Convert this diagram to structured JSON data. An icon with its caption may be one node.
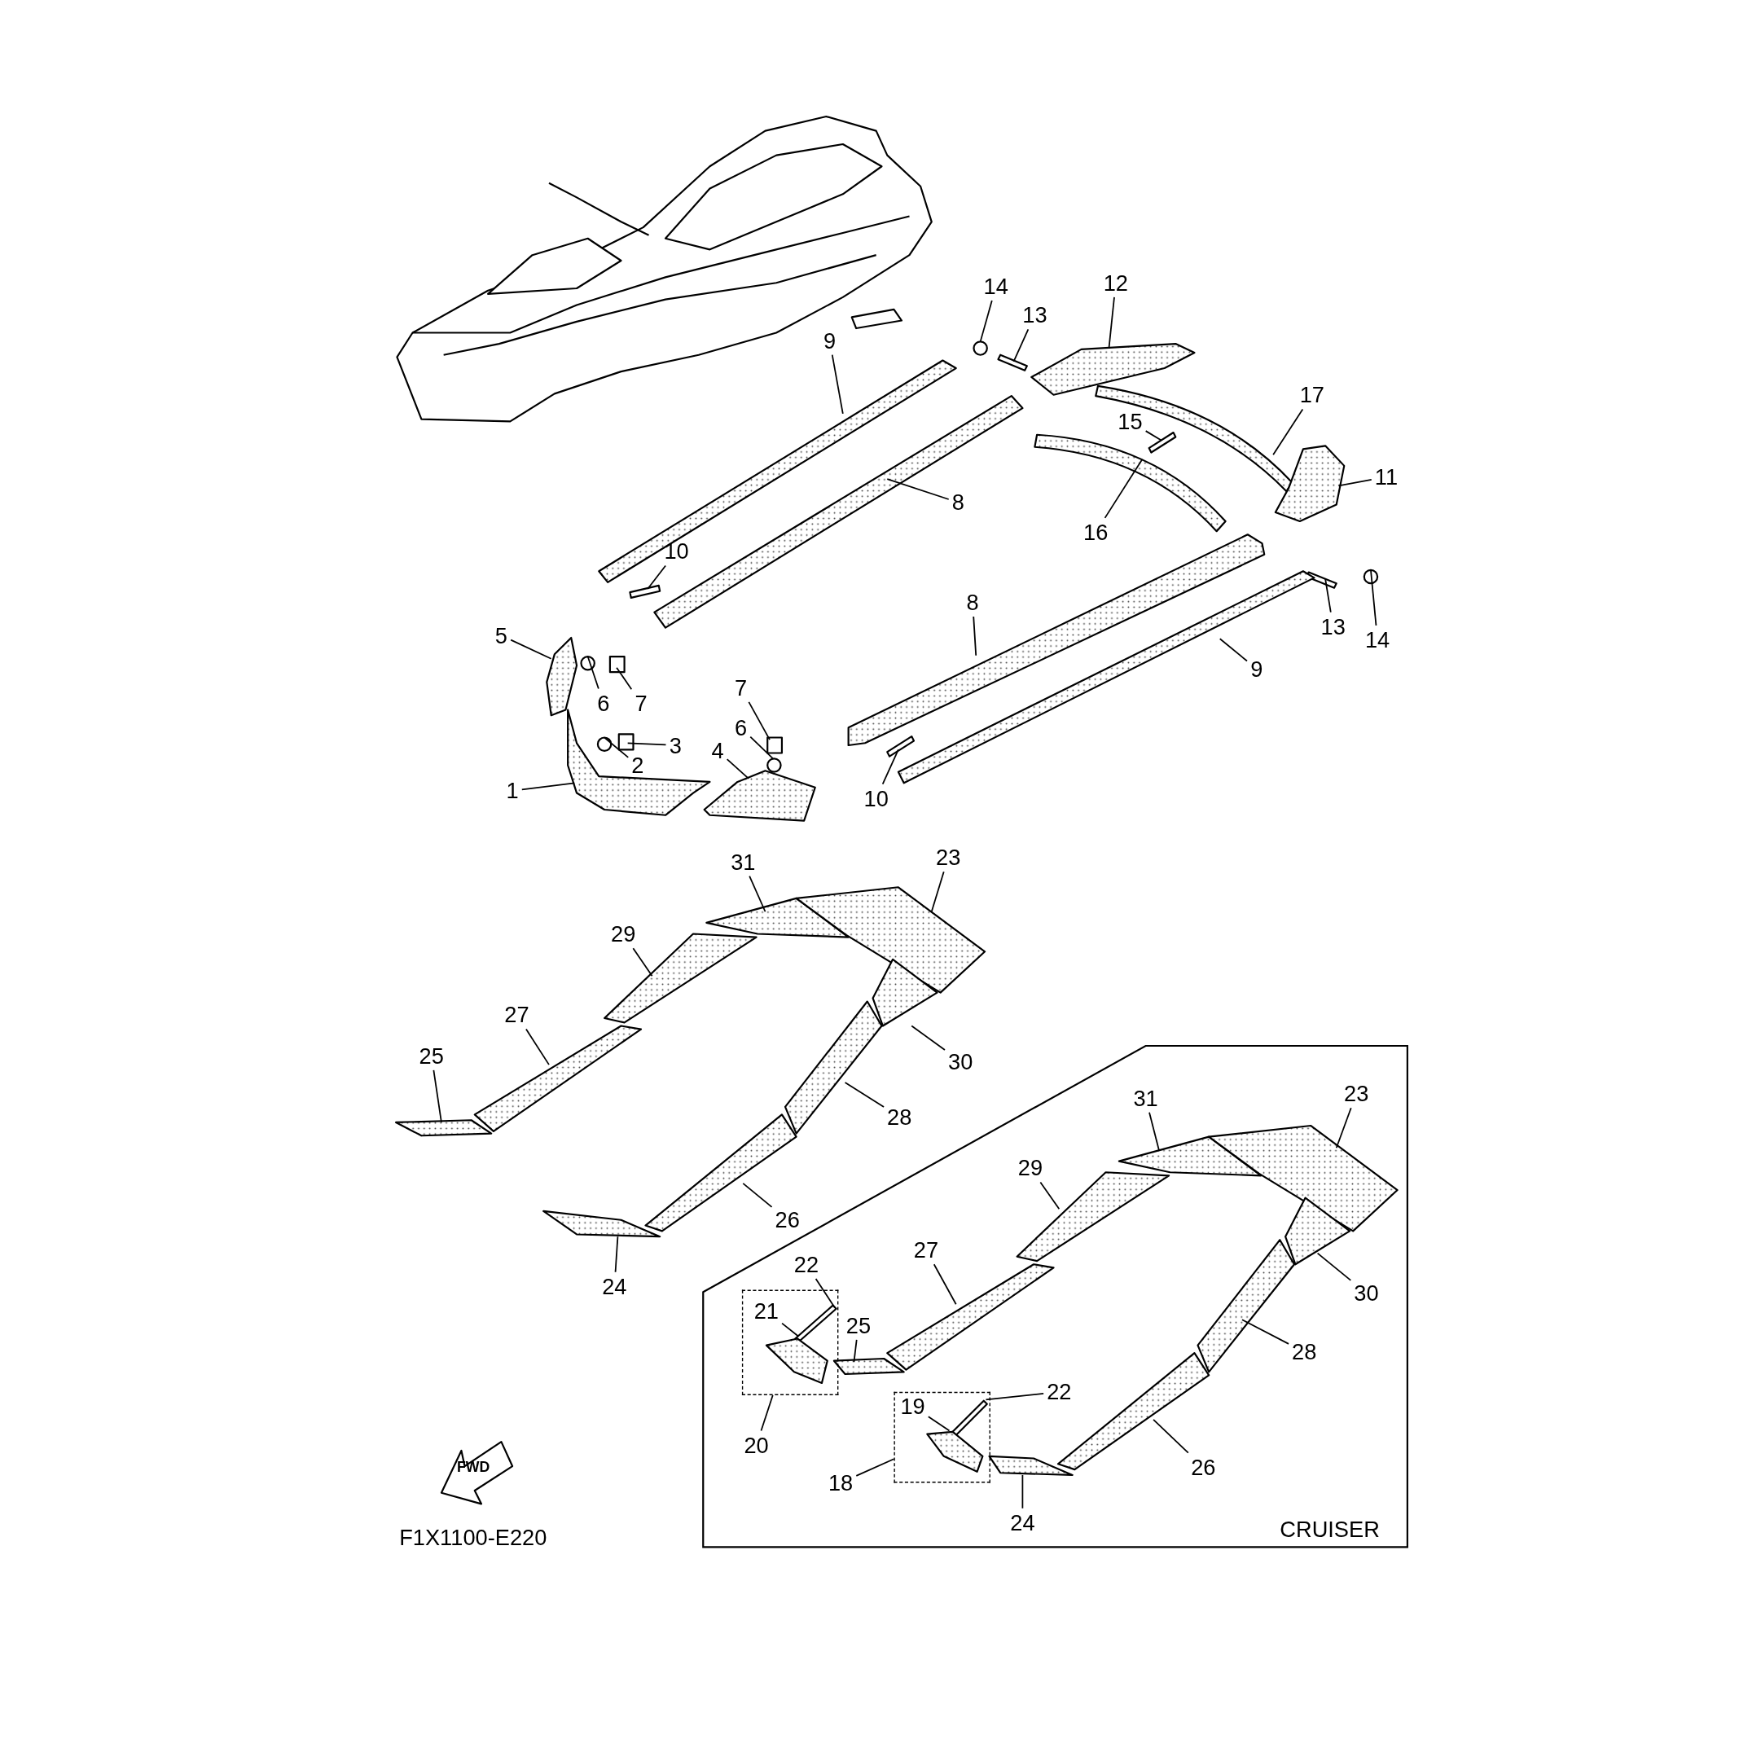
{
  "diagram": {
    "nodes": [
      {
        "text": [
          "14"
        ]
      },
      {
        "text": [
          "13"
        ]
      },
      {
        "text": [
          "12"
        ]
      },
      {
        "text": [
          "9"
        ]
      },
      {
        "text": [
          "17"
        ]
      },
      {
        "text": [
          "15"
        ]
      },
      {
        "text": [
          "8"
        ]
      },
      {
        "text": [
          "11"
        ]
      },
      {
        "text": [
          "16"
        ]
      },
      {
        "text": [
          "10"
        ]
      },
      {
        "text": [
          "5"
        ]
      },
      {
        "text": [
          "13"
        ]
      },
      {
        "text": [
          "14"
        ]
      },
      {
        "text": [
          "8"
        ]
      },
      {
        "text": [
          "9"
        ]
      },
      {
        "text": [
          "6"
        ]
      },
      {
        "text": [
          "7"
        ]
      },
      {
        "text": [
          "7"
        ]
      },
      {
        "text": [
          "6"
        ]
      },
      {
        "text": [
          "3"
        ]
      },
      {
        "text": [
          "2"
        ]
      },
      {
        "text": [
          "4"
        ]
      },
      {
        "text": [
          "1"
        ]
      },
      {
        "text": [
          "10"
        ]
      },
      {
        "text": [
          "31"
        ]
      },
      {
        "text": [
          "23"
        ]
      },
      {
        "text": [
          "29"
        ]
      },
      {
        "text": [
          "27"
        ]
      },
      {
        "text": [
          "30"
        ]
      },
      {
        "text": [
          "25"
        ]
      },
      {
        "text": [
          "28"
        ]
      },
      {
        "text": [
          "26"
        ]
      },
      {
        "text": [
          "24"
        ]
      },
      {
        "text": [
          "CRUISER"
        ]
      },
      {
        "text": [
          "31"
        ],
        "in": 33
      },
      {
        "text": [
          "23"
        ],
        "in": 33
      },
      {
        "text": [
          "29"
        ],
        "in": 33
      },
      {
        "text": [
          "27"
        ],
        "in": 33
      },
      {
        "text": [
          "30"
        ],
        "in": 33
      },
      {
        "text": [
          "22"
        ],
        "in": 33
      },
      {
        "text": [],
        "shape": "box",
        "in": 33
      },
      {
        "text": [
          "21"
        ],
        "in": 40
      },
      {
        "text": [
          "25"
        ],
        "in": 33
      },
      {
        "text": [
          "28"
        ],
        "in": 33
      },
      {
        "text": [
          "22"
        ],
        "in": 33
      },
      {
        "text": [],
        "shape": "box",
        "in": 33
      },
      {
        "text": [
          "19"
        ],
        "in": 45
      },
      {
        "text": [
          "20"
        ],
        "in": 33
      },
      {
        "text": [
          "18"
        ],
        "in": 33
      },
      {
        "text": [
          "26"
        ],
        "in": 33
      },
      {
        "text": [
          "24"
        ],
        "in": 33
      },
      {
        "text": [],
        "shape": "circle"
      },
      {
        "text": [],
        "shape": "bar"
      },
      {
        "text": [],
        "shape": "picture"
      },
      {
        "text": [],
        "shape": "picture"
      },
      {
        "text": [],
        "shape": "picture"
      },
      {
        "text": [],
        "shape": "bar"
      },
      {
        "text": [],
        "shape": "picture"
      },
      {
        "text": [],
        "shape": "picture"
      },
      {
        "text": [],
        "shape": "picture"
      },
      {
        "text": [],
        "shape": "bar"
      },
      {
        "text": [],
        "shape": "picture"
      },
      {
        "text": [],
        "shape": "bar"
      },
      {
        "text": [],
        "shape": "circle"
      },
      {
        "text": [],
        "shape": "picture"
      },
      {
        "text": [],
        "shape": "picture"
      },
      {
        "text": [],
        "shape": "circle"
      },
      {
        "text": [],
        "shape": "box"
      },
      {
        "text": [],
        "shape": "box"
      },
      {
        "text": [],
        "shape": "circle"
      },
      {
        "text": [],
        "shape": "box"
      },
      {
        "text": [],
        "shape": "circle"
      },
      {
        "text": [],
        "shape": "picture"
      },
      {
        "text": [],
        "shape": "picture"
      },
      {
        "text": [],
        "shape": "bar"
      },
      {
        "text": [],
        "shape": "picture"
      },
      {
        "text": [],
        "shape": "picture"
      },
      {
        "text": [],
        "shape": "picture"
      },
      {
        "text": [],
        "shape": "picture"
      },
      {
        "text": [],
        "shape": "picture"
      },
      {
        "text": [],
        "shape": "picture"
      },
      {
        "text": [],
        "shape": "picture"
      },
      {
        "text": [],
        "shape": "picture"
      },
      {
        "text": [],
        "shape": "picture"
      },
      {
        "text": [],
        "shape": "picture",
        "in": 33
      },
      {
        "text": [],
        "shape": "picture",
        "in": 33
      },
      {
        "text": [],
        "shape": "picture",
        "in": 33
      },
      {
        "text": [],
        "shape": "picture",
        "in": 33
      },
      {
        "text": [],
        "shape": "picture",
        "in": 33
      },
      {
        "text": [],
        "shape": "bar",
        "in": 40
      },
      {
        "text": [],
        "shape": "picture",
        "in": 40
      },
      {
        "text": [],
        "shape": "picture",
        "in": 33
      },
      {
        "text": [],
        "shape": "picture",
        "in": 33
      },
      {
        "text": [],
        "shape": "bar",
        "in": 45
      },
      {
        "text": [],
        "shape": "picture",
        "in": 45
      },
      {
        "text": [],
        "shape": "picture",
        "in": 33
      },
      {
        "text": [],
        "shape": "picture",
        "in": 33
      },
      {
        "text": [
          "FWD"
        ]
      }
    ],
    "edges": [
      {
        "from": 0,
        "to": 51,
        "arrow": "none"
      },
      {
        "from": 1,
        "to": 52,
        "arrow": "none"
      },
      {
        "from": 2,
        "to": 53,
        "arrow": "none"
      },
      {
        "from": 3,
        "to": 54,
        "arrow": "none"
      },
      {
        "from": 4,
        "to": 55,
        "arrow": "none"
      },
      {
        "from": 5,
        "to": 56,
        "arrow": "none"
      },
      {
        "from": 6,
        "to": 57,
        "arrow": "none"
      },
      {
        "from": 7,
        "to": 58,
        "arrow": "none"
      },
      {
        "from": 8,
        "to": 59,
        "arrow": "none"
      },
      {
        "from": 9,
        "to": 60,
        "arrow": "none"
      },
      {
        "from": 10,
        "to": 61,
        "arrow": "none"
      },
      {
        "from": 11,
        "to": 62,
        "arrow": "none"
      },
      {
        "from": 12,
        "to": 63,
        "arrow": "none"
      },
      {
        "from": 13,
        "to": 64,
        "arrow": "none"
      },
      {
        "from": 14,
        "to": 65,
        "arrow": "none"
      },
      {
        "from": 15,
        "to": 66,
        "arrow": "none"
      },
      {
        "from": 16,
        "to": 67,
        "arrow": "none"
      },
      {
        "from": 17,
        "to": 68,
        "arrow": "none"
      },
      {
        "from": 18,
        "to": 69,
        "arrow": "none"
      },
      {
        "from": 19,
        "to": 70,
        "arrow": "none"
      },
      {
        "from": 20,
        "to": 71,
        "arrow": "none"
      },
      {
        "from": 21,
        "to": 72,
        "arrow": "none"
      },
      {
        "from": 22,
        "to": 73,
        "arrow": "none"
      },
      {
        "from": 23,
        "to": 74,
        "arrow": "none"
      },
      {
        "from": 24,
        "to": 75,
        "arrow": "none"
      },
      {
        "from": 25,
        "to": 76,
        "arrow": "none"
      },
      {
        "from": 26,
        "to": 77,
        "arrow": "none"
      },
      {
        "from": 27,
        "to": 78,
        "arrow": "none"
      },
      {
        "from": 28,
        "to": 79,
        "arrow": "none"
      },
      {
        "from": 29,
        "to": 80,
        "arrow": "none"
      },
      {
        "from": 30,
        "to": 81,
        "arrow": "none"
      },
      {
        "from": 31,
        "to": 82,
        "arrow": "none"
      },
      {
        "from": 32,
        "to": 83,
        "arrow": "none"
      },
      {
        "from": 34,
        "to": 84,
        "arrow": "none"
      },
      {
        "from": 35,
        "to": 85,
        "arrow": "none"
      },
      {
        "from": 36,
        "to": 86,
        "arrow": "none"
      },
      {
        "from": 37,
        "to": 87,
        "arrow": "none"
      },
      {
        "from": 38,
        "to": 88,
        "arrow": "none"
      },
      {
        "from": 39,
        "to": 89,
        "arrow": "none"
      },
      {
        "from": 41,
        "to": 90,
        "arrow": "none"
      },
      {
        "from": 42,
        "to": 91,
        "arrow": "none"
      },
      {
        "from": 43,
        "to": 92,
        "arrow": "none"
      },
      {
        "from": 44,
        "to": 93,
        "arrow": "none"
      },
      {
        "from": 46,
        "to": 94,
        "arrow": "none"
      },
      {
        "from": 47,
        "to": 40,
        "arrow": "none"
      },
      {
        "from": 48,
        "to": 45,
        "arrow": "none"
      },
      {
        "from": 49,
        "to": 95,
        "arrow": "none"
      },
      {
        "from": 50,
        "to": 96,
        "arrow": "none"
      }
    ],
    "labels": [
      "F1X1100-E220"
    ]
  }
}
